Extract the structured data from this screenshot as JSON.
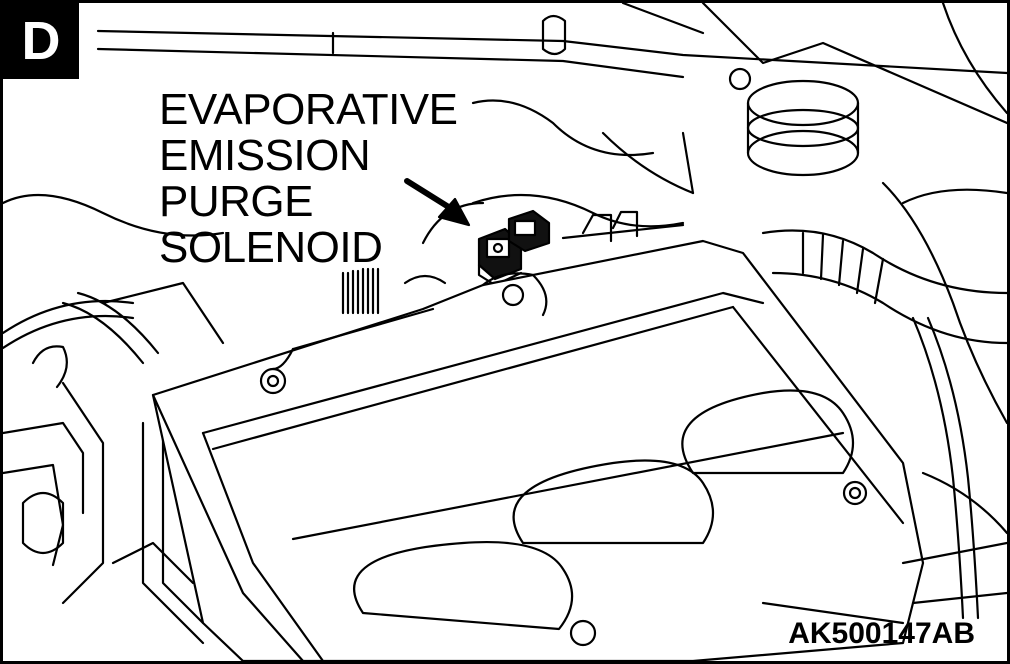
{
  "view_tag": "D",
  "callout": {
    "lines": [
      "EVAPORATIVE",
      "EMISSION",
      "PURGE",
      "SOLENOID"
    ]
  },
  "figure_id": "AK500147AB"
}
